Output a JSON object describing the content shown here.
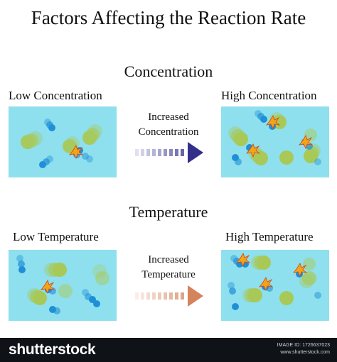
{
  "title": "Factors Affecting the Reaction Rate",
  "concentration": {
    "heading": "Concentration",
    "low_label": "Low Concentration",
    "high_label": "High Concentration",
    "arrow_line1": "Increased",
    "arrow_line2": "Concentration",
    "arrow_color": "#33308a"
  },
  "temperature": {
    "heading": "Temperature",
    "low_label": "Low Temperature",
    "high_label": "High Temperature",
    "arrow_line1": "Increased",
    "arrow_line2": "Temperature",
    "arrow_color": "#d4845c"
  },
  "colors": {
    "box_background": "#8ee0ee",
    "green_molecule": "#a8c957",
    "blue_molecule": "#1f8fd6",
    "spark": "#f2a516"
  },
  "footer": {
    "brand": "shutterstock",
    "image_id_label": "IMAGE ID: 1726637023",
    "site": "www.shutterstock.com"
  }
}
